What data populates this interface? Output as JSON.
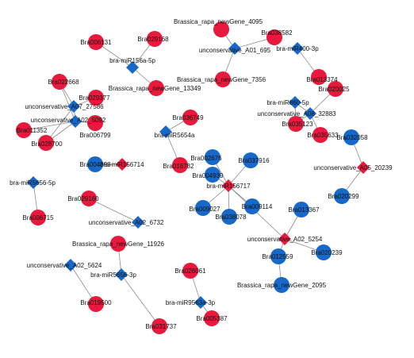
{
  "colors": {
    "red": "#e8193c",
    "blue": "#1668c9",
    "edge": "#8c8c8c",
    "label": "#111111"
  },
  "nodes": [
    {
      "id": "n_Bra006131",
      "label": "Bra006131",
      "color": "red",
      "shape": "circle"
    },
    {
      "id": "n_Bra029168",
      "label": "Bra029168",
      "color": "red",
      "shape": "circle"
    },
    {
      "id": "n_mi156a",
      "label": "bra-miR156a-5p",
      "color": "blue",
      "shape": "diamond"
    },
    {
      "id": "n_newGene13349",
      "label": "Brassica_rapa_newGene_13349",
      "color": "red",
      "shape": "circle"
    },
    {
      "id": "n_newGene4095",
      "label": "Brassica_rapa_newGene_4095",
      "color": "red",
      "shape": "circle"
    },
    {
      "id": "n_Bra038582",
      "label": "Bra038582",
      "color": "red",
      "shape": "circle"
    },
    {
      "id": "n_A01_695",
      "label": "unconservative_A01_695",
      "color": "blue",
      "shape": "diamond"
    },
    {
      "id": "n_newGene7356",
      "label": "Brassica_rapa_newGene_7356",
      "color": "red",
      "shape": "circle"
    },
    {
      "id": "n_mi400",
      "label": "bra-miR400-3p",
      "color": "blue",
      "shape": "diamond"
    },
    {
      "id": "n_Bra013374",
      "label": "Bra013374",
      "color": "red",
      "shape": "circle"
    },
    {
      "id": "n_Bra022668",
      "label": "Bra022668",
      "color": "red",
      "shape": "circle"
    },
    {
      "id": "n_Bra029377",
      "label": "Bra029377",
      "color": "red",
      "shape": "circle"
    },
    {
      "id": "n_A07_27586",
      "label": "unconservative_A07_27586",
      "color": "blue",
      "shape": "diamond"
    },
    {
      "id": "n_A02_5092",
      "label": "unconservative_A02_5092",
      "color": "blue",
      "shape": "diamond"
    },
    {
      "id": "n_Bra011352",
      "label": "Bra011352",
      "color": "red",
      "shape": "circle"
    },
    {
      "id": "n_Bra006799",
      "label": "Bra006799",
      "color": "red",
      "shape": "circle"
    },
    {
      "id": "n_Bra028700",
      "label": "Bra028700",
      "color": "red",
      "shape": "circle"
    },
    {
      "id": "n_Bra020025",
      "label": "Bra020025",
      "color": "red",
      "shape": "circle"
    },
    {
      "id": "n_mi860",
      "label": "bra-miR860-5p",
      "color": "blue",
      "shape": "diamond"
    },
    {
      "id": "n_A08_32883",
      "label": "unconservative_A08_32883",
      "color": "blue",
      "shape": "diamond"
    },
    {
      "id": "n_Bra035123",
      "label": "Bra035123",
      "color": "red",
      "shape": "circle"
    },
    {
      "id": "n_Bra035633",
      "label": "Bra035633",
      "color": "red",
      "shape": "circle"
    },
    {
      "id": "n_Bra036749",
      "label": "Bra036749",
      "color": "red",
      "shape": "circle"
    },
    {
      "id": "n_mi5654a",
      "label": "bra-miR5654a",
      "color": "blue",
      "shape": "diamond"
    },
    {
      "id": "n_Bra016782",
      "label": "Bra016782",
      "color": "red",
      "shape": "circle"
    },
    {
      "id": "n_Bra004893",
      "label": "Bra004893",
      "color": "blue",
      "shape": "circle"
    },
    {
      "id": "n_mi156714",
      "label": "bra-miR156714",
      "color": "red",
      "shape": "diamond"
    },
    {
      "id": "n_Bra002676",
      "label": "Bra002676",
      "color": "blue",
      "shape": "circle"
    },
    {
      "id": "n_Bra037916",
      "label": "Bra037916",
      "color": "blue",
      "shape": "circle"
    },
    {
      "id": "n_Bra004939",
      "label": "Bra004939",
      "color": "blue",
      "shape": "circle"
    },
    {
      "id": "n_mi156717",
      "label": "bra-miR156717",
      "color": "red",
      "shape": "diamond"
    },
    {
      "id": "n_Bra009027",
      "label": "Bra009027",
      "color": "blue",
      "shape": "circle"
    },
    {
      "id": "n_Bra009114",
      "label": "Bra009114",
      "color": "blue",
      "shape": "circle"
    },
    {
      "id": "n_Bra038078",
      "label": "Bra038078",
      "color": "blue",
      "shape": "circle"
    },
    {
      "id": "n_Bra032058",
      "label": "Bra032058",
      "color": "blue",
      "shape": "circle"
    },
    {
      "id": "n_A05_20239",
      "label": "unconservative_A05_20239",
      "color": "red",
      "shape": "diamond"
    },
    {
      "id": "n_Bra020299",
      "label": "Bra020299",
      "color": "blue",
      "shape": "circle"
    },
    {
      "id": "n_mi5656",
      "label": "bra-miR5656-5p",
      "color": "blue",
      "shape": "diamond"
    },
    {
      "id": "n_Bra006715",
      "label": "Bra006715",
      "color": "red",
      "shape": "circle"
    },
    {
      "id": "n_Bra029160",
      "label": "Bra029160",
      "color": "red",
      "shape": "circle"
    },
    {
      "id": "n_A02_6732",
      "label": "unconservative_A02_6732",
      "color": "blue",
      "shape": "diamond"
    },
    {
      "id": "n_Bra013367",
      "label": "Bra013367",
      "color": "blue",
      "shape": "circle"
    },
    {
      "id": "n_A02_5254",
      "label": "unconservative_A02_5254",
      "color": "red",
      "shape": "diamond"
    },
    {
      "id": "n_Bra012559",
      "label": "Bra012559",
      "color": "blue",
      "shape": "circle"
    },
    {
      "id": "n_Bra020239",
      "label": "Bra020239",
      "color": "blue",
      "shape": "circle"
    },
    {
      "id": "n_newGene2095",
      "label": "Brassica_rapa_newGene_2095",
      "color": "blue",
      "shape": "circle"
    },
    {
      "id": "n_newGene11926",
      "label": "Brassica_rapa_newGene_11926",
      "color": "red",
      "shape": "circle"
    },
    {
      "id": "n_A02_5624",
      "label": "unconservative_A02_5624",
      "color": "blue",
      "shape": "diamond"
    },
    {
      "id": "n_mi5656_3p",
      "label": "bra-miR5656-3p",
      "color": "blue",
      "shape": "diamond"
    },
    {
      "id": "n_Bra019500",
      "label": "Bra019500",
      "color": "red",
      "shape": "circle"
    },
    {
      "id": "n_Bra031737",
      "label": "Bra031737",
      "color": "red",
      "shape": "circle"
    },
    {
      "id": "n_Bra026061",
      "label": "Bra026061",
      "color": "red",
      "shape": "circle"
    },
    {
      "id": "n_mi9563a",
      "label": "bra-miR9563a-3p",
      "color": "blue",
      "shape": "diamond"
    },
    {
      "id": "n_Bra005387",
      "label": "Bra005387",
      "color": "red",
      "shape": "circle"
    }
  ],
  "edges": [
    [
      "n_mi156a",
      "n_Bra006131"
    ],
    [
      "n_mi156a",
      "n_Bra029168"
    ],
    [
      "n_mi156a",
      "n_newGene13349"
    ],
    [
      "n_A01_695",
      "n_newGene4095"
    ],
    [
      "n_A01_695",
      "n_Bra038582"
    ],
    [
      "n_A01_695",
      "n_newGene7356"
    ],
    [
      "n_mi400",
      "n_Bra013374"
    ],
    [
      "n_A07_27586",
      "n_Bra022668"
    ],
    [
      "n_A07_27586",
      "n_Bra029377"
    ],
    [
      "n_A07_27586",
      "n_A02_5092"
    ],
    [
      "n_A02_5092",
      "n_Bra022668"
    ],
    [
      "n_A02_5092",
      "n_Bra011352"
    ],
    [
      "n_A02_5092",
      "n_Bra006799"
    ],
    [
      "n_A02_5092",
      "n_Bra028700"
    ],
    [
      "n_A07_27586",
      "n_Bra028700"
    ],
    [
      "n_A08_32883",
      "n_Bra020025"
    ],
    [
      "n_A08_32883",
      "n_mi860"
    ],
    [
      "n_A08_32883",
      "n_Bra035123"
    ],
    [
      "n_A08_32883",
      "n_Bra035633"
    ],
    [
      "n_mi860",
      "n_Bra035123"
    ],
    [
      "n_mi5654a",
      "n_Bra036749"
    ],
    [
      "n_mi5654a",
      "n_Bra016782"
    ],
    [
      "n_mi156714",
      "n_Bra004893"
    ],
    [
      "n_mi156717",
      "n_Bra002676"
    ],
    [
      "n_mi156717",
      "n_Bra037916"
    ],
    [
      "n_mi156717",
      "n_Bra004939"
    ],
    [
      "n_mi156717",
      "n_Bra009027"
    ],
    [
      "n_mi156717",
      "n_Bra009114"
    ],
    [
      "n_mi156717",
      "n_Bra038078"
    ],
    [
      "n_mi156717",
      "n_A02_5254"
    ],
    [
      "n_A05_20239",
      "n_Bra032058"
    ],
    [
      "n_A05_20239",
      "n_Bra020299"
    ],
    [
      "n_mi5656",
      "n_Bra006715"
    ],
    [
      "n_A02_6732",
      "n_Bra029160"
    ],
    [
      "n_A02_5254",
      "n_Bra013367"
    ],
    [
      "n_A02_5254",
      "n_Bra012559"
    ],
    [
      "n_A02_5254",
      "n_Bra020239"
    ],
    [
      "n_Bra012559",
      "n_newGene2095"
    ],
    [
      "n_A02_5624",
      "n_Bra019500"
    ],
    [
      "n_mi5656_3p",
      "n_newGene11926"
    ],
    [
      "n_mi5656_3p",
      "n_Bra031737"
    ],
    [
      "n_mi9563a",
      "n_Bra026061"
    ],
    [
      "n_mi9563a",
      "n_Bra005387"
    ]
  ]
}
